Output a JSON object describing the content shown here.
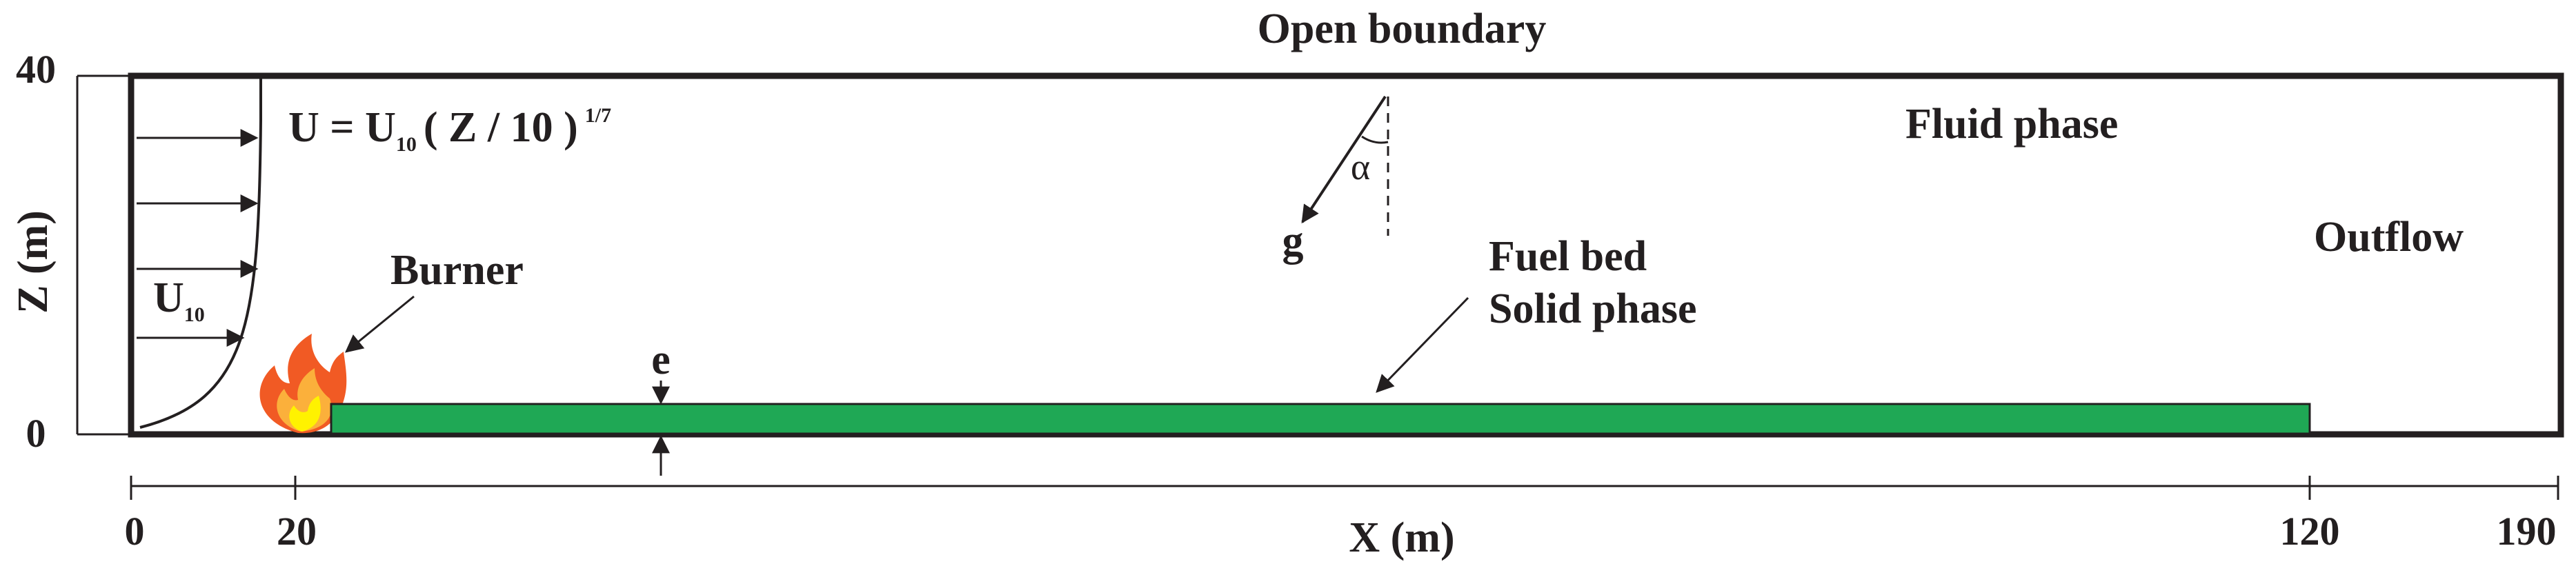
{
  "labels": {
    "top_boundary": "Open boundary",
    "fluid_phase": "Fluid phase",
    "outflow": "Outflow",
    "wind_profile_lhs": "U = U",
    "wind_profile_sub": "10",
    "wind_profile_rhs": "( Z / 10 )",
    "wind_profile_exp": "1/7",
    "u10_main": "U",
    "u10_sub": "10",
    "burner": "Burner",
    "gravity": "g",
    "alpha": "α",
    "thickness": "e",
    "fuel_bed_line1": "Fuel bed",
    "fuel_bed_line2": "Solid phase"
  },
  "axes": {
    "z_label": "Z (m)",
    "z_ticks": [
      "40",
      "0"
    ],
    "x_label": "X (m)",
    "x_ticks": [
      "0",
      "20",
      "120",
      "190"
    ]
  },
  "colors": {
    "line": "#231f20",
    "fuel_bed": "#1fa855",
    "flame_outer": "#f15a24",
    "flame_inner": "#fbb03b",
    "flame_core": "#fff200"
  }
}
